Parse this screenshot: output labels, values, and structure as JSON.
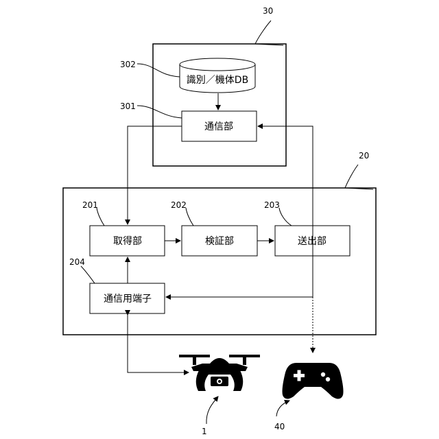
{
  "labels": {
    "server": "30",
    "db_ref": "302",
    "comm_ref": "301",
    "device": "20",
    "acquire_ref": "201",
    "verify_ref": "202",
    "send_ref": "203",
    "terminal_ref": "204",
    "drone_ref": "1",
    "controller_ref": "40"
  },
  "boxes": {
    "db": "識別／機体DB",
    "server_comm": "通信部",
    "acquire": "取得部",
    "verify": "検証部",
    "send": "送出部",
    "terminal": "通信用端子"
  },
  "icons": {
    "drone": "drone-icon",
    "controller": "gamepad-icon"
  }
}
